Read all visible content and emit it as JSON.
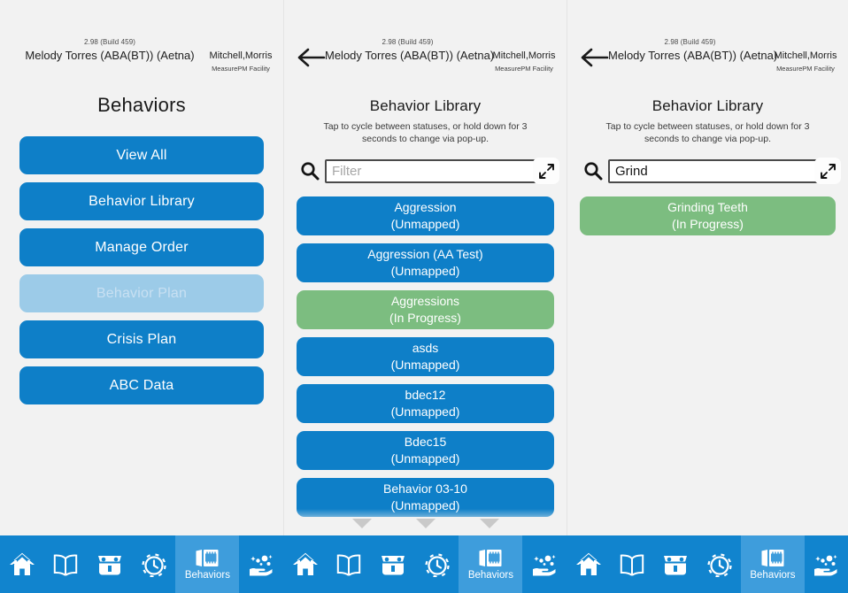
{
  "header": {
    "build": "2.98 (Build 459)",
    "client": "Melody Torres (ABA(BT)) (Aetna)",
    "user": "Mitchell,Morris",
    "facility": "MeasurePM Facility",
    "back_icon": "back-arrow-icon"
  },
  "panel1": {
    "title": "Behaviors",
    "menu": [
      {
        "label": "View All",
        "state": "enabled"
      },
      {
        "label": "Behavior Library",
        "state": "enabled"
      },
      {
        "label": "Manage Order",
        "state": "enabled"
      },
      {
        "label": "Behavior Plan",
        "state": "disabled"
      },
      {
        "label": "Crisis Plan",
        "state": "enabled"
      },
      {
        "label": "ABC Data",
        "state": "enabled"
      }
    ]
  },
  "panel2": {
    "title": "Behavior Library",
    "hint": "Tap to cycle between statuses, or hold down for 3 seconds to change via pop-up.",
    "search": {
      "value": "",
      "placeholder": "Filter",
      "icon": "search-icon"
    },
    "expand_icon": "expand-diagonal-icon",
    "items": [
      {
        "name": "Aggression",
        "status": "(Unmapped)",
        "state": "unmapped"
      },
      {
        "name": "Aggression (AA Test)",
        "status": "(Unmapped)",
        "state": "unmapped"
      },
      {
        "name": "Aggressions",
        "status": "(In Progress)",
        "state": "inprogress"
      },
      {
        "name": "asds",
        "status": "(Unmapped)",
        "state": "unmapped"
      },
      {
        "name": "bdec12",
        "status": "(Unmapped)",
        "state": "unmapped"
      },
      {
        "name": "Bdec15",
        "status": "(Unmapped)",
        "state": "unmapped"
      },
      {
        "name": "Behavior 03-10",
        "status": "(Unmapped)",
        "state": "unmapped"
      }
    ],
    "scroll_indicator": "scroll-down-triangles"
  },
  "panel3": {
    "title": "Behavior Library",
    "hint": "Tap to cycle between statuses, or hold down for 3 seconds to change via pop-up.",
    "search": {
      "value": "Grind",
      "placeholder": "Filter",
      "icon": "search-icon"
    },
    "expand_icon": "expand-diagonal-icon",
    "items": [
      {
        "name": "Grinding Teeth",
        "status": "(In Progress)",
        "state": "inprogress"
      }
    ]
  },
  "navbar": {
    "groups": [
      {
        "items": [
          {
            "icon": "home-icon",
            "label": "",
            "active": false
          },
          {
            "icon": "book-icon",
            "label": "",
            "active": false
          },
          {
            "icon": "treasure-chest-icon",
            "label": "",
            "active": false
          },
          {
            "icon": "alarm-clock-icon",
            "label": "",
            "active": false
          },
          {
            "icon": "behaviors-icon",
            "label": "Behaviors",
            "active": true
          },
          {
            "icon": "hand-sparkle-icon",
            "label": "",
            "active": false
          }
        ]
      },
      {
        "items": [
          {
            "icon": "home-icon",
            "label": "",
            "active": false
          },
          {
            "icon": "book-icon",
            "label": "",
            "active": false
          },
          {
            "icon": "treasure-chest-icon",
            "label": "",
            "active": false
          },
          {
            "icon": "alarm-clock-icon",
            "label": "",
            "active": false
          },
          {
            "icon": "behaviors-icon",
            "label": "Behaviors",
            "active": true
          },
          {
            "icon": "hand-sparkle-icon",
            "label": "",
            "active": false
          }
        ]
      },
      {
        "items": [
          {
            "icon": "home-icon",
            "label": "",
            "active": false
          },
          {
            "icon": "book-icon",
            "label": "",
            "active": false
          },
          {
            "icon": "treasure-chest-icon",
            "label": "",
            "active": false
          },
          {
            "icon": "alarm-clock-icon",
            "label": "",
            "active": false
          },
          {
            "icon": "behaviors-icon",
            "label": "Behaviors",
            "active": true
          },
          {
            "icon": "hand-sparkle-icon",
            "label": "",
            "active": false
          }
        ]
      }
    ]
  },
  "colors": {
    "primary_blue": "#0e7fc8",
    "nav_blue": "#1184ce",
    "nav_active_blue": "#3e9ddc",
    "disabled_blue": "#9ccbe8",
    "in_progress_green": "#7cbd80",
    "background": "#f2f2f2"
  }
}
